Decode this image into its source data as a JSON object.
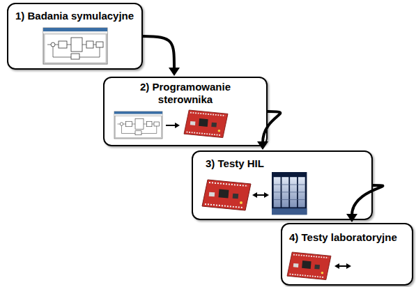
{
  "diagram": {
    "nodes": [
      {
        "text": [
          "1) Badania symulacyjne"
        ]
      },
      {
        "text": [
          "2) Programowanie sterownika"
        ]
      },
      {
        "text": [
          "3) Testy HIL"
        ]
      },
      {
        "text": [
          "4) Testy laboratoryjne"
        ]
      }
    ],
    "edges": [
      {
        "from": 0,
        "to": 1,
        "arrow": "to"
      },
      {
        "from": 1,
        "to": 2,
        "arrow": "to"
      },
      {
        "from": 2,
        "to": 3,
        "arrow": "to"
      }
    ]
  }
}
